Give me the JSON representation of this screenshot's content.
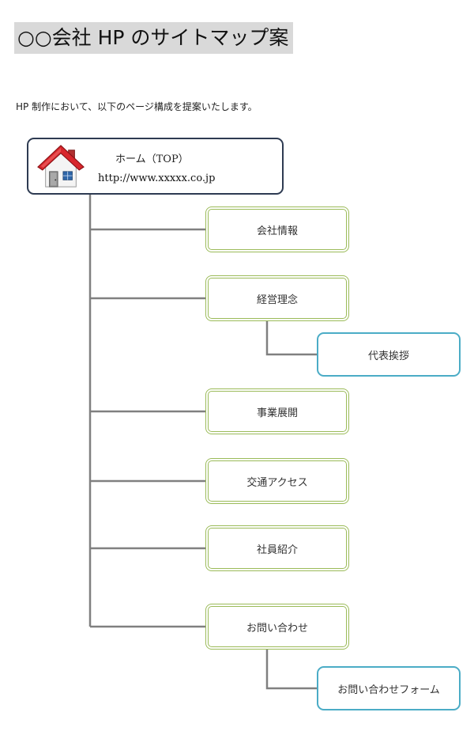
{
  "title": "○○会社 HP のサイトマップ案",
  "intro": "HP 制作において、以下のページ構成を提案いたします。",
  "home": {
    "label": "ホーム（TOP）",
    "url": "http://www.xxxxx.co.jp",
    "icon": "house-icon"
  },
  "pages": [
    {
      "label": "会社情報"
    },
    {
      "label": "経営理念",
      "children": [
        {
          "label": "代表挨拶"
        }
      ]
    },
    {
      "label": "事業展開"
    },
    {
      "label": "交通アクセス"
    },
    {
      "label": "社員紹介"
    },
    {
      "label": "お問い合わせ",
      "children": [
        {
          "label": "お問い合わせフォーム"
        }
      ]
    }
  ],
  "colors": {
    "title_highlight": "#d9d9d9",
    "home_border": "#2e3b52",
    "page_border": "#9bbb59",
    "subpage_border": "#4bacc6",
    "connector": "#808080"
  }
}
